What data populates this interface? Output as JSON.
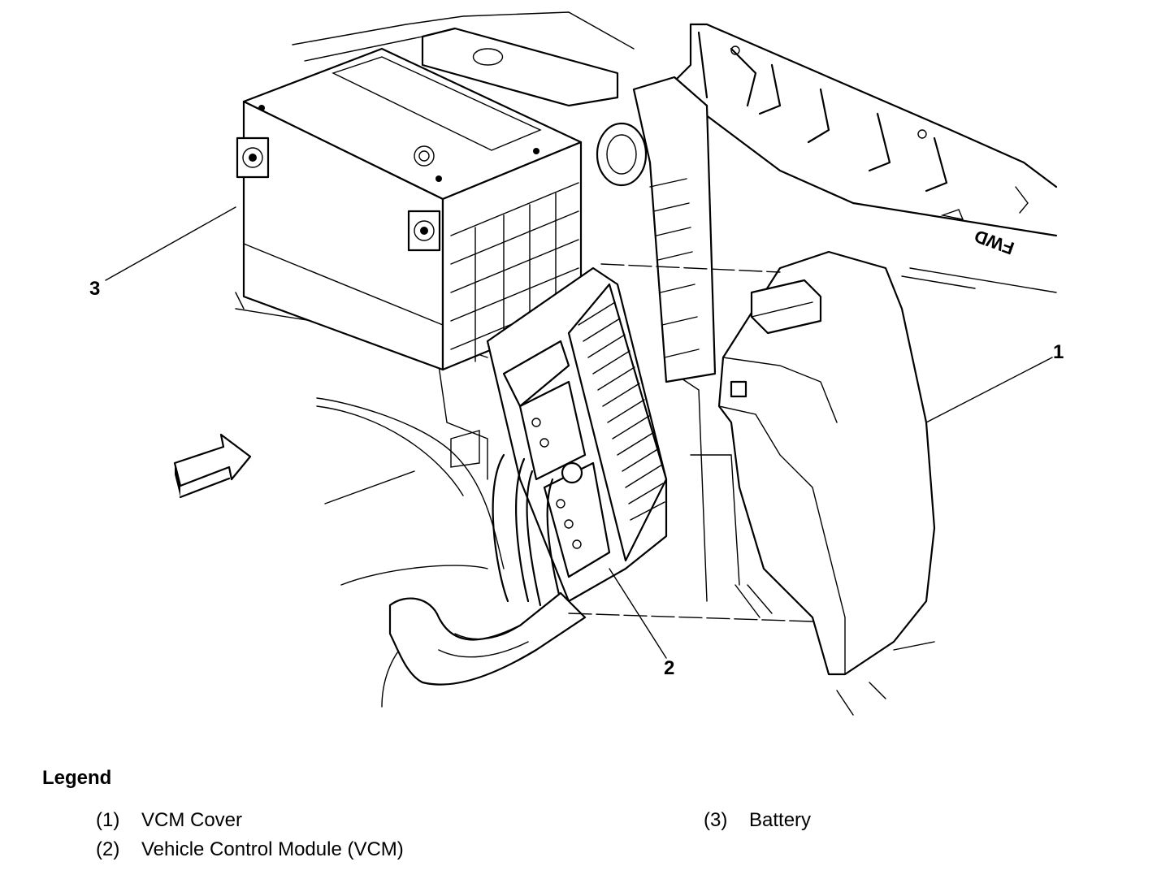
{
  "callouts": {
    "c1": "1",
    "c2": "2",
    "c3": "3"
  },
  "legend": {
    "title": "Legend",
    "items": [
      {
        "num": "(1)",
        "label": "VCM Cover"
      },
      {
        "num": "(2)",
        "label": "Vehicle Control Module (VCM)"
      },
      {
        "num": "(3)",
        "label": "Battery"
      }
    ]
  },
  "diagram": {
    "fwd_marking": "FWD"
  }
}
